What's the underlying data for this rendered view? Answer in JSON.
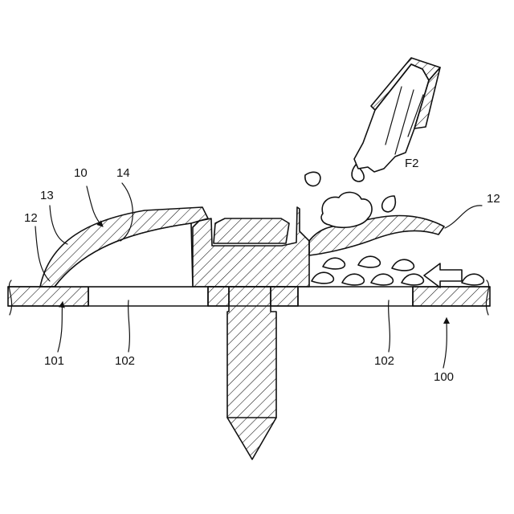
{
  "labels": {
    "cover": "10",
    "cover_edge": "13",
    "cavity": "14",
    "seal_left": "12",
    "seal_right": "12",
    "nozzle": "F2",
    "hole_left": "101",
    "gap_left": "102",
    "gap_right": "102",
    "board": "100"
  }
}
